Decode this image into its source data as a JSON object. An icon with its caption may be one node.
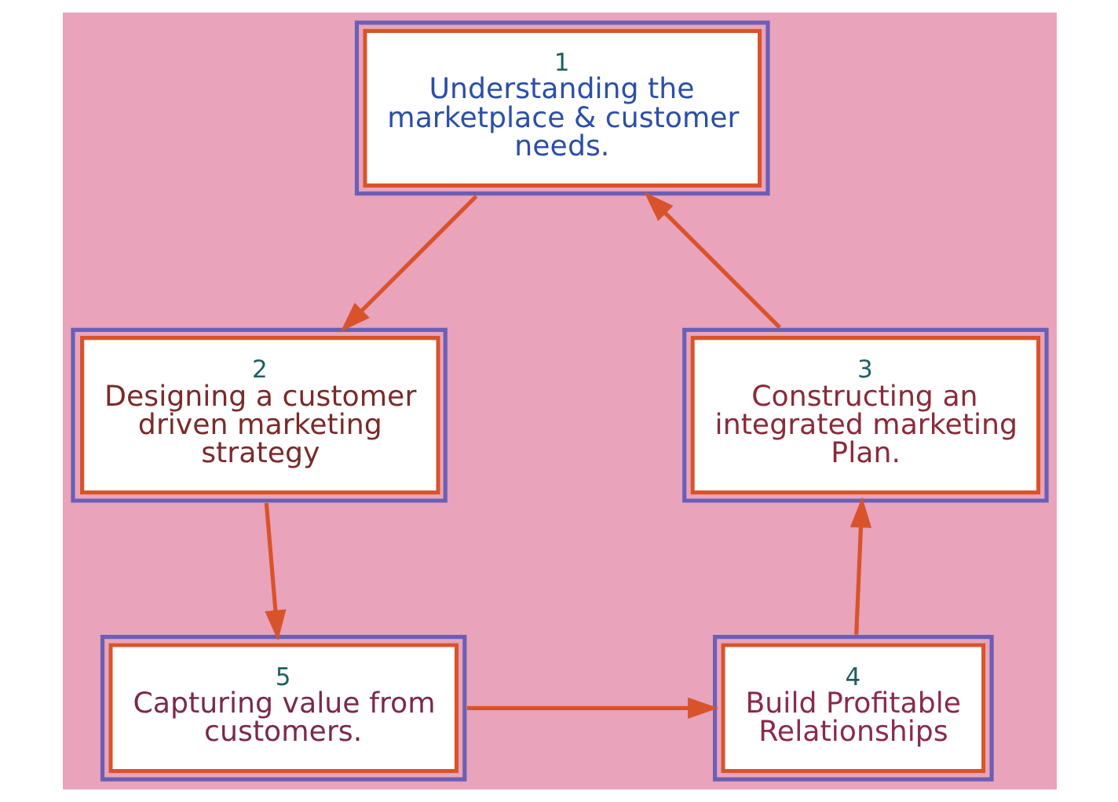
{
  "diagram": {
    "nodes": [
      {
        "text": [
          "1",
          "Understanding the marketplace & customer needs."
        ]
      },
      {
        "text": [
          "3",
          "Constructing an integrated marketing Plan."
        ]
      },
      {
        "text": [
          "2",
          "Designing a customer driven marketing strategy"
        ]
      },
      {
        "text": [
          "4",
          "Build Profitable Relationships"
        ]
      },
      {
        "text": [
          "5",
          "Capturing value from customers."
        ]
      }
    ],
    "edges": [
      {
        "from": 0,
        "to": 2,
        "arrow": "to"
      },
      {
        "from": 2,
        "to": 4,
        "arrow": "to"
      },
      {
        "from": 4,
        "to": 3,
        "arrow": "to"
      },
      {
        "from": 3,
        "to": 1,
        "arrow": "to"
      },
      {
        "from": 1,
        "to": 0,
        "arrow": "to"
      }
    ]
  }
}
